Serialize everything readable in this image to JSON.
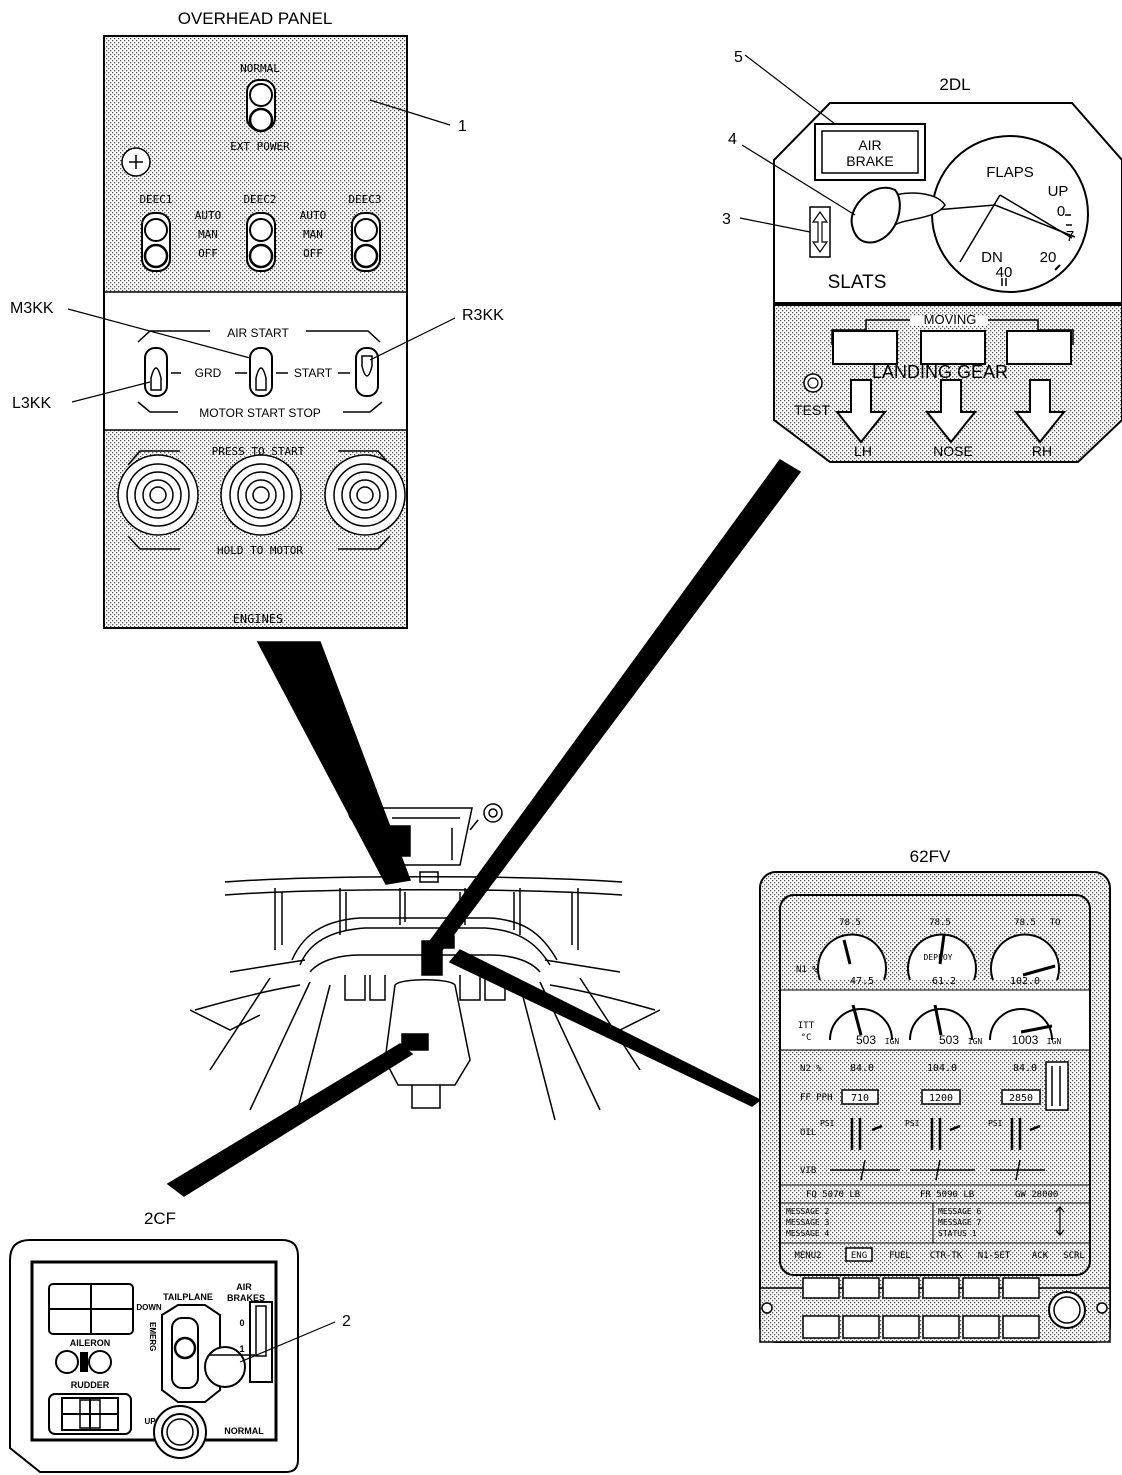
{
  "overhead": {
    "title": "OVERHEAD PANEL",
    "normal": "NORMAL",
    "ext_power": "EXT POWER",
    "deec1": "DEEC1",
    "deec2": "DEEC2",
    "deec3": "DEEC3",
    "auto": "AUTO",
    "man": "MAN",
    "off": "OFF",
    "air_start": "AIR START",
    "grd": "GRD",
    "start": "START",
    "motor_start_stop": "MOTOR START STOP",
    "press_to_start": "PRESS TO START",
    "hold_to_motor": "HOLD TO MOTOR",
    "engines": "ENGINES"
  },
  "callouts": {
    "c1": "1",
    "c2": "2",
    "c3": "3",
    "c4": "4",
    "c5": "5",
    "m3kk": "M3KK",
    "r3kk": "R3KK",
    "l3kk": "L3KK"
  },
  "panel_2dl": {
    "title": "2DL",
    "air_brake_1": "AIR",
    "air_brake_2": "BRAKE",
    "flaps": "FLAPS",
    "up": "UP",
    "zero": "0",
    "seven": "7",
    "dn": "DN",
    "forty": "40",
    "twenty": "20",
    "slats": "SLATS",
    "moving": "MOVING",
    "landing_gear": "LANDING GEAR",
    "test": "TEST",
    "lh": "LH",
    "nose": "NOSE",
    "rh": "RH"
  },
  "panel_62fv": {
    "title": "62FV",
    "n1_a": "78.5",
    "n1_b": "78.5",
    "n1_c": "78.5",
    "to": "TO",
    "n1_label": "N1 %",
    "v1": "47.5",
    "v2": "61.2",
    "v3": "102.0",
    "deploy": "DEPLOY",
    "itt": "ITT",
    "degc": "°C",
    "itt1": "503",
    "itt2": "503",
    "itt3": "1003",
    "ign": "IGN",
    "n2_label": "N2 %",
    "n2a": "84.0",
    "n2b": "104.0",
    "n2c": "84.0",
    "ff_label": "FF PPH",
    "ff1": "710",
    "ff2": "1200",
    "ff3": "2850",
    "oil_label": "OIL",
    "psi": "PSI",
    "vib": "VIB",
    "fq": "FQ  5070 LB",
    "fr": "FR  5090 LB",
    "gw": "GW 28000",
    "msg2": "MESSAGE 2",
    "msg3": "MESSAGE 3",
    "msg4": "MESSAGE 4",
    "msg6": "MESSAGE 6",
    "msg7": "MESSAGE 7",
    "status1": "STATUS 1",
    "menu2": "MENU2",
    "eng": "ENG",
    "fuel": "FUEL",
    "ctr_tk": "CTR-TK",
    "n1_set": "N1-SET",
    "ack": "ACK",
    "scrl": "SCRL"
  },
  "panel_2cf": {
    "title": "2CF",
    "tailplane": "TAILPLANE",
    "air": "AIR",
    "brakes": "BRAKES",
    "down": "DOWN",
    "emerg": "EMERG",
    "aileron": "AILERON",
    "rudder": "RUDDER",
    "up": "UP",
    "normal": "NORMAL",
    "zero": "0",
    "one": "1"
  }
}
